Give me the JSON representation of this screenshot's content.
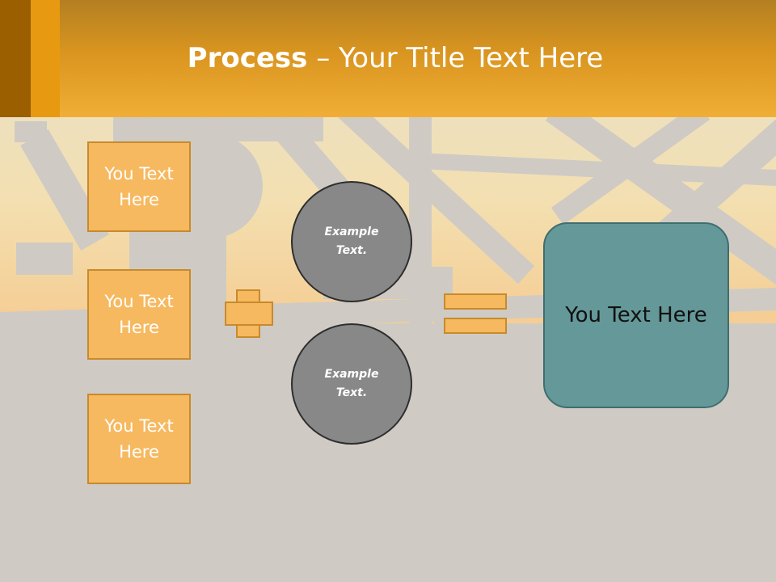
{
  "title": {
    "bold": "Process",
    "dash": " – ",
    "rest": "Your Title Text Here"
  },
  "left_boxes": [
    "You Text Here",
    "You Text Here",
    "You Text Here"
  ],
  "circles": [
    "Example Text.",
    "Example Text."
  ],
  "result": "You Text Here",
  "colors": {
    "header": "#f1ae36",
    "box_fill": "#f6b960",
    "box_border": "#c78a2c",
    "circle_fill": "#888888",
    "result_fill": "#659898",
    "background": "#cfcbc4"
  }
}
